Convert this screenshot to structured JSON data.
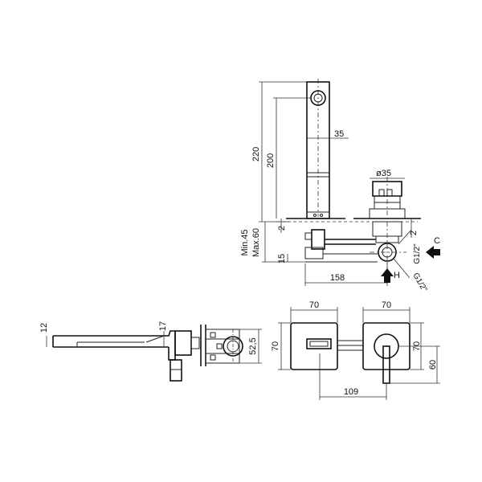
{
  "labels": {
    "d220": "220",
    "d200": "200",
    "d35": "35",
    "d35dia": "ø35",
    "d2a": "2",
    "d2b": "2",
    "d15": "15",
    "d158": "158",
    "min": "Min.45",
    "max": "Max.60",
    "g12a": "G1/2\"",
    "g12b": "G1/2\"",
    "c": "C",
    "h": "H",
    "d12": "12",
    "d17": "17",
    "d525": "52,5",
    "w70a": "70",
    "w70b": "70",
    "h70a": "70",
    "h70b": "70",
    "d60": "60",
    "d109": "109"
  }
}
